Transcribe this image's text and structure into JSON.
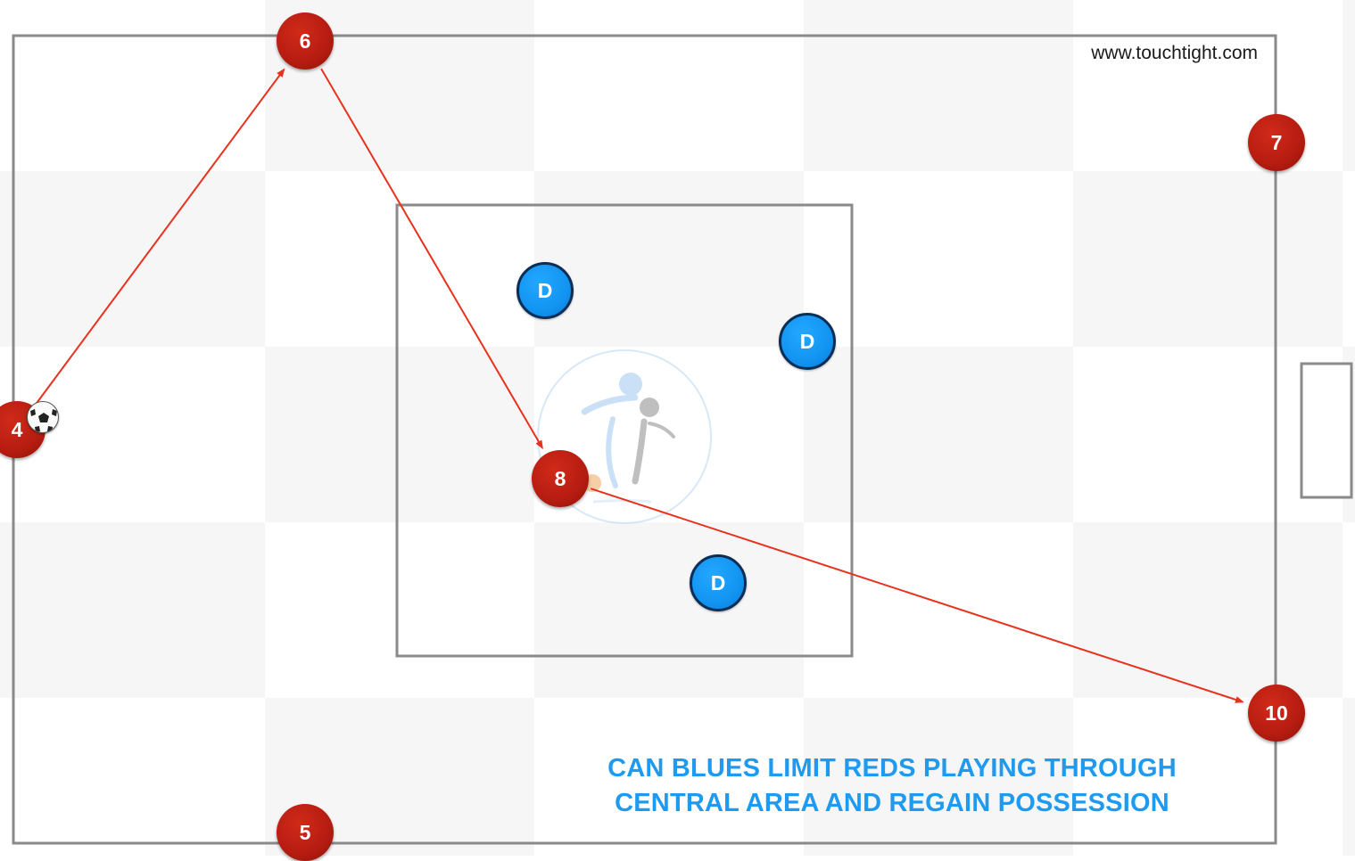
{
  "watermark": "www.touchtight.com",
  "caption": {
    "line1": "CAN BLUES LIMIT REDS PLAYING THROUGH",
    "line2": "CENTRAL AREA AND REGAIN POSSESSION"
  },
  "players": {
    "red": [
      {
        "id": "4",
        "label": "4"
      },
      {
        "id": "5",
        "label": "5"
      },
      {
        "id": "6",
        "label": "6"
      },
      {
        "id": "7",
        "label": "7"
      },
      {
        "id": "8",
        "label": "8"
      },
      {
        "id": "10",
        "label": "10"
      }
    ],
    "blue": [
      {
        "id": "d1",
        "label": "D"
      },
      {
        "id": "d2",
        "label": "D"
      },
      {
        "id": "d3",
        "label": "D"
      }
    ]
  },
  "passes": [
    {
      "from": "4",
      "to": "6"
    },
    {
      "from": "6",
      "to": "8"
    },
    {
      "from": "8",
      "to": "10"
    }
  ],
  "colors": {
    "red_team": "#b51c10",
    "blue_team": "#1192f0",
    "pass_arrow": "#e8321e",
    "caption": "#1e9bf0",
    "field_lines": "#8a8a8a"
  }
}
